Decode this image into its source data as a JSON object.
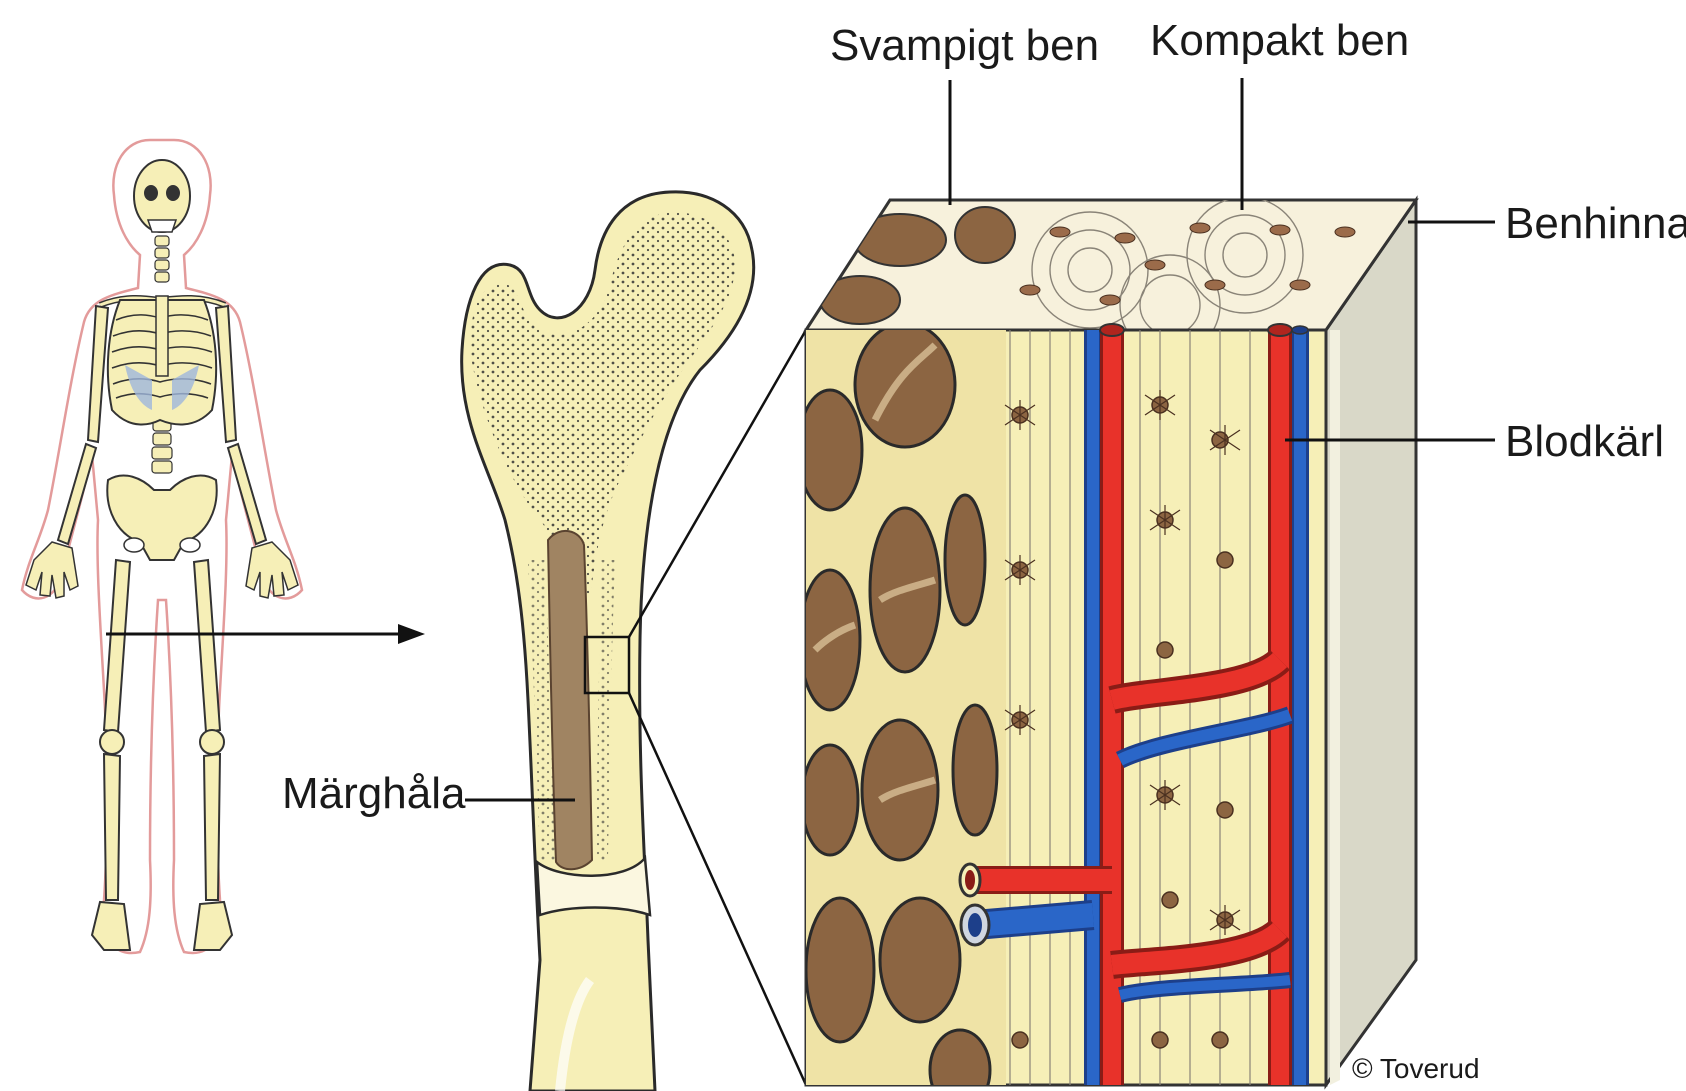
{
  "labels": {
    "spongy_bone": "Svampigt ben",
    "compact_bone": "Kompakt ben",
    "periosteum": "Benhinna",
    "blood_vessels": "Blodkärl",
    "marrow_cavity": "Märghåla"
  },
  "credit": "© Toverud",
  "colors": {
    "bone": "#f6efb7",
    "bone_outline": "#2a2a2a",
    "marrow": "#9b7b5a",
    "spongy_cell": "#8c6542",
    "artery": "#e8322a",
    "vein": "#2a66c8",
    "periosteum_side": "#d9d8c8",
    "body_outline": "#e39b9b"
  }
}
